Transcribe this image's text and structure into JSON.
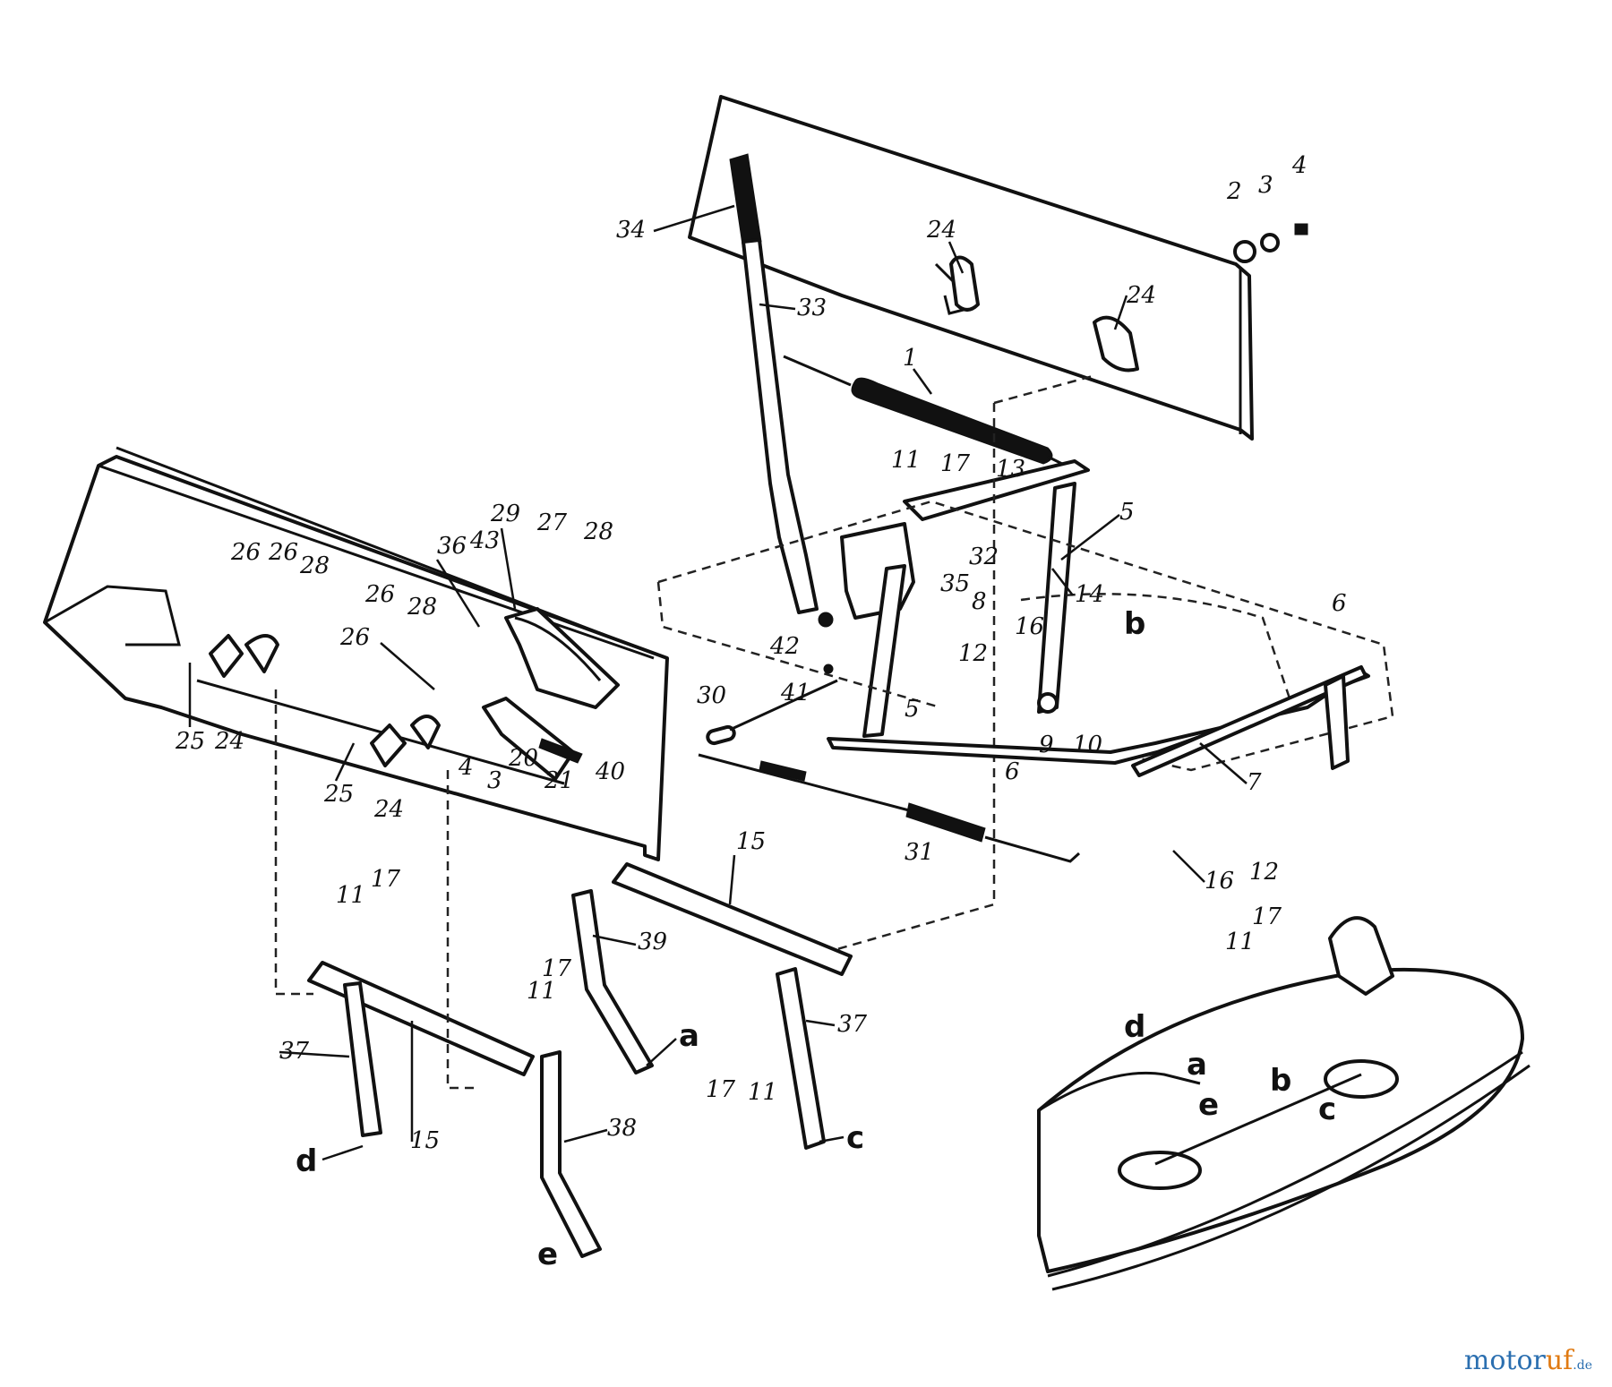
{
  "watermark": {
    "part1": "motor",
    "part2": "uf",
    "suffix": ".de"
  },
  "callouts": [
    {
      "id": "c34",
      "text": "34"
    },
    {
      "id": "c33",
      "text": "33"
    },
    {
      "id": "c24a",
      "text": "24"
    },
    {
      "id": "c24b",
      "text": "24"
    },
    {
      "id": "c2",
      "text": "2"
    },
    {
      "id": "c3a",
      "text": "3"
    },
    {
      "id": "c4a",
      "text": "4"
    },
    {
      "id": "c1",
      "text": "1"
    },
    {
      "id": "c11a",
      "text": "11"
    },
    {
      "id": "c17a",
      "text": "17"
    },
    {
      "id": "c13",
      "text": "13"
    },
    {
      "id": "c5a",
      "text": "5"
    },
    {
      "id": "c32",
      "text": "32"
    },
    {
      "id": "c14",
      "text": "14"
    },
    {
      "id": "c35",
      "text": "35"
    },
    {
      "id": "c8",
      "text": "8"
    },
    {
      "id": "c16a",
      "text": "16"
    },
    {
      "id": "c12a",
      "text": "12"
    },
    {
      "id": "c6a",
      "text": "6"
    },
    {
      "id": "c42",
      "text": "42"
    },
    {
      "id": "c41",
      "text": "41"
    },
    {
      "id": "c30",
      "text": "30"
    },
    {
      "id": "c5b",
      "text": "5"
    },
    {
      "id": "c9",
      "text": "9"
    },
    {
      "id": "c10",
      "text": "10"
    },
    {
      "id": "c7",
      "text": "7"
    },
    {
      "id": "c6b",
      "text": "6"
    },
    {
      "id": "c31",
      "text": "31"
    },
    {
      "id": "c16b",
      "text": "16"
    },
    {
      "id": "c12b",
      "text": "12"
    },
    {
      "id": "c29",
      "text": "29"
    },
    {
      "id": "c27",
      "text": "27"
    },
    {
      "id": "c28a",
      "text": "28"
    },
    {
      "id": "c36",
      "text": "36"
    },
    {
      "id": "c43",
      "text": "43"
    },
    {
      "id": "c26a",
      "text": "26"
    },
    {
      "id": "c26b",
      "text": "26"
    },
    {
      "id": "c28b",
      "text": "28"
    },
    {
      "id": "c26c",
      "text": "26"
    },
    {
      "id": "c28c",
      "text": "28"
    },
    {
      "id": "c26d",
      "text": "26"
    },
    {
      "id": "c25a",
      "text": "25"
    },
    {
      "id": "c24c",
      "text": "24"
    },
    {
      "id": "c25b",
      "text": "25"
    },
    {
      "id": "c24d",
      "text": "24"
    },
    {
      "id": "c4b",
      "text": "4"
    },
    {
      "id": "c3b",
      "text": "3"
    },
    {
      "id": "c20",
      "text": "20"
    },
    {
      "id": "c21",
      "text": "21"
    },
    {
      "id": "c40",
      "text": "40"
    },
    {
      "id": "c15a",
      "text": "15"
    },
    {
      "id": "c11b",
      "text": "11"
    },
    {
      "id": "c17b",
      "text": "17"
    },
    {
      "id": "c37a",
      "text": "37"
    },
    {
      "id": "c15b",
      "text": "15"
    },
    {
      "id": "c39",
      "text": "39"
    },
    {
      "id": "c17c",
      "text": "17"
    },
    {
      "id": "c11c",
      "text": "11"
    },
    {
      "id": "c38",
      "text": "38"
    },
    {
      "id": "c17d",
      "text": "17"
    },
    {
      "id": "c11d",
      "text": "11"
    },
    {
      "id": "c37b",
      "text": "37"
    },
    {
      "id": "c11e",
      "text": "11"
    },
    {
      "id": "c17e",
      "text": "17"
    }
  ],
  "connection_labels": [
    {
      "id": "la",
      "text": "a"
    },
    {
      "id": "ld",
      "text": "d"
    },
    {
      "id": "lc",
      "text": "c"
    },
    {
      "id": "le",
      "text": "e"
    },
    {
      "id": "lb1",
      "text": "b"
    },
    {
      "id": "la2",
      "text": "a"
    },
    {
      "id": "ld2",
      "text": "d"
    },
    {
      "id": "lb2",
      "text": "b"
    },
    {
      "id": "lc2",
      "text": "c"
    },
    {
      "id": "le2",
      "text": "e"
    }
  ]
}
